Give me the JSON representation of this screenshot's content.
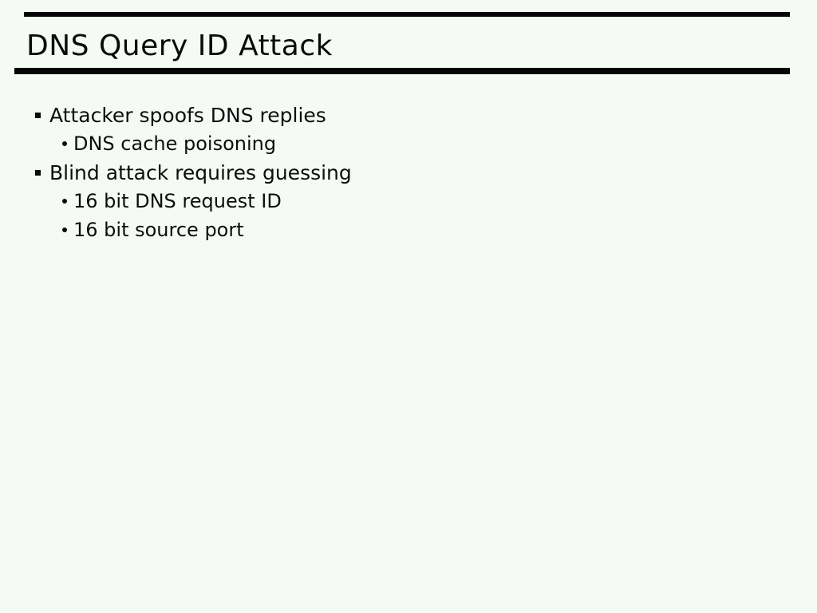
{
  "slide": {
    "title": "DNS Query ID Attack",
    "bullets": [
      {
        "level": 1,
        "marker": "square-bullet-icon",
        "text": "Attacker spoofs DNS replies"
      },
      {
        "level": 2,
        "marker": "dot-bullet-icon",
        "text": "DNS cache poisoning"
      },
      {
        "level": 1,
        "marker": "square-bullet-icon",
        "text": "Blind attack requires guessing"
      },
      {
        "level": 2,
        "marker": "dot-bullet-icon",
        "text": "16 bit DNS request ID"
      },
      {
        "level": 2,
        "marker": "dot-bullet-icon",
        "text": "16 bit source port"
      }
    ],
    "colors": {
      "background": "#f5faf5",
      "text": "#0d0d0d",
      "rule": "#050505"
    }
  }
}
